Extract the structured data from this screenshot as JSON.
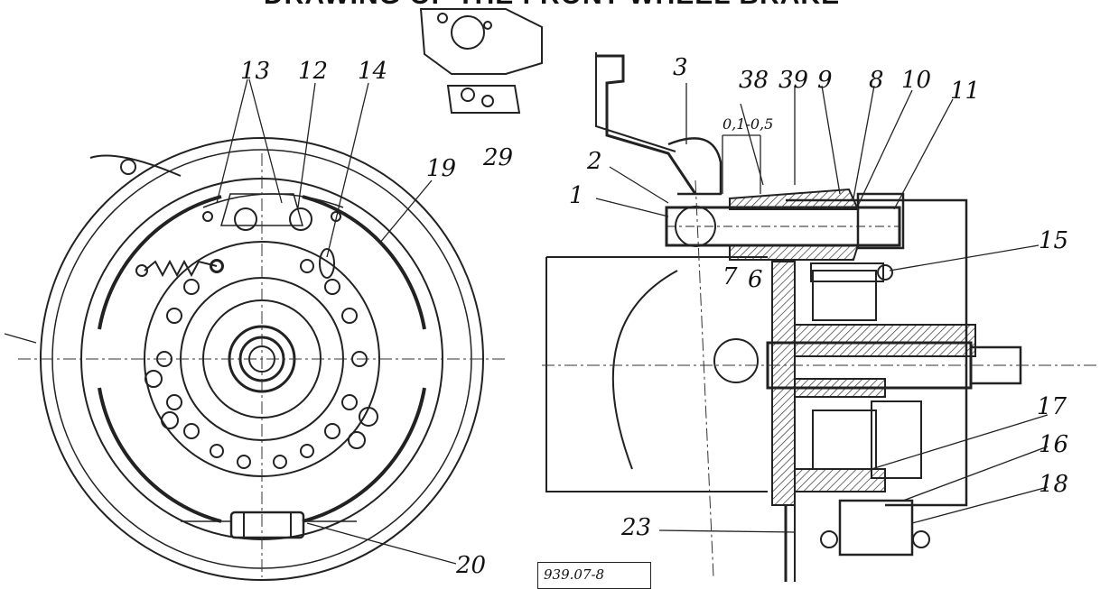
{
  "title": "DRAWING OF THE FRONT WHEEL BRAKE",
  "callouts": {
    "left_view": [
      "13",
      "12",
      "14",
      "19",
      "20"
    ],
    "right_view": [
      "3",
      "38",
      "39",
      "9",
      "8",
      "10",
      "11",
      "2",
      "1",
      "7",
      "6",
      "15",
      "17",
      "16",
      "18",
      "23"
    ],
    "top_detail": [
      "29"
    ]
  },
  "dimension": "0,1-0,5",
  "reference": "939.07-8",
  "colors": {
    "ink": "#111111",
    "paper": "#ffffff"
  }
}
